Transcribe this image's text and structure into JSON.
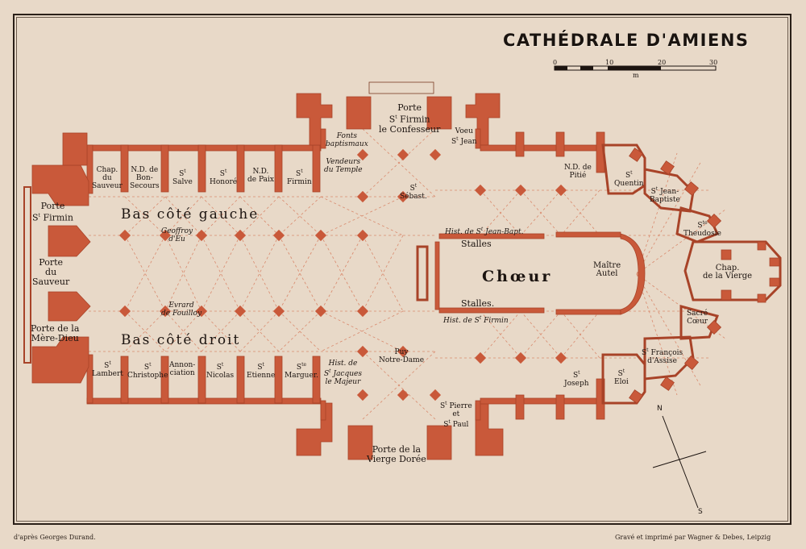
{
  "title": "CATHÉDRALE D'AMIENS",
  "scale": {
    "ticks": [
      "0",
      "10",
      "20",
      "30"
    ],
    "unit": "m"
  },
  "colors": {
    "paper": "#e8d9c8",
    "masonry": "#c9593a",
    "vault_lines": "#d98a6e",
    "ink": "#1c1410"
  },
  "aisles": {
    "left": "Bas côté gauche",
    "right": "Bas côté droit",
    "choir": "Chœur"
  },
  "portals": {
    "north_transept": "Porte\nS^t Firmin\nle Confesseur",
    "south_transept": "Porte de la\nVierge Dorée",
    "west_north": "Porte\nS^t Firmin",
    "west_center": "Porte\ndu\nSauveur",
    "west_south": "Porte de la\nMère-Dieu"
  },
  "north_chapels": [
    "Chap.\ndu\nSauveur",
    "N.D. de\nBon-\nSecours",
    "S^t\nSalve",
    "S^t\nHonoré",
    "N.D.\nde Paix",
    "S^t\nFirmin"
  ],
  "south_chapels": [
    "S^t\nLambert",
    "S^t\nChristophe",
    "Annon-\nciation",
    "S^t\nNicolas",
    "S^t\nEtienne",
    "S^te\nMarguer."
  ],
  "apse_chapels": {
    "nd_pitie": "N.D. de\nPitié",
    "st_quentin": "S^t\nQuentin",
    "st_jean_baptiste": "S^t Jean-\nBaptiste",
    "ste_theudosie": "S^te\nTheudosie",
    "chap_vierge": "Chap.\nde la Vierge",
    "sacre_coeur": "Sacré\nCœur",
    "st_francois": "S^t François\nd'Assise",
    "st_eloi": "S^t\nEloi",
    "st_joseph": "S^t\nJoseph"
  },
  "other_labels": {
    "fonts": "Fonts\nbaptismaux",
    "vendeurs": "Vendeurs\ndu Temple",
    "voeu": "Voeu\nS^t Jean",
    "sebast": "S^t\nSébast.",
    "geoffroy": "Geoffroy\nd'Eu",
    "evrard": "Evrard\nde Fouilloy",
    "hist_jean": "Hist. de S^t Jean-Bapt.",
    "hist_firmin": "Hist. de S^t Firmin",
    "stalles_top": "Stalles",
    "stalles_bottom": "Stalles.",
    "maitre_autel": "Maître\nAutel",
    "puy": "Puy\nNotre-Dame",
    "hist_jacques": "Hist. de\nS^t Jacques\nle Majeur",
    "pierre_paul": "S^t Pierre\net\nS^t Paul"
  },
  "compass": {
    "north": "N",
    "south": "S"
  },
  "credits": {
    "left": "d'après Georges Durand.",
    "right": "Gravé et imprimé par Wagner & Debes, Leipzig"
  }
}
